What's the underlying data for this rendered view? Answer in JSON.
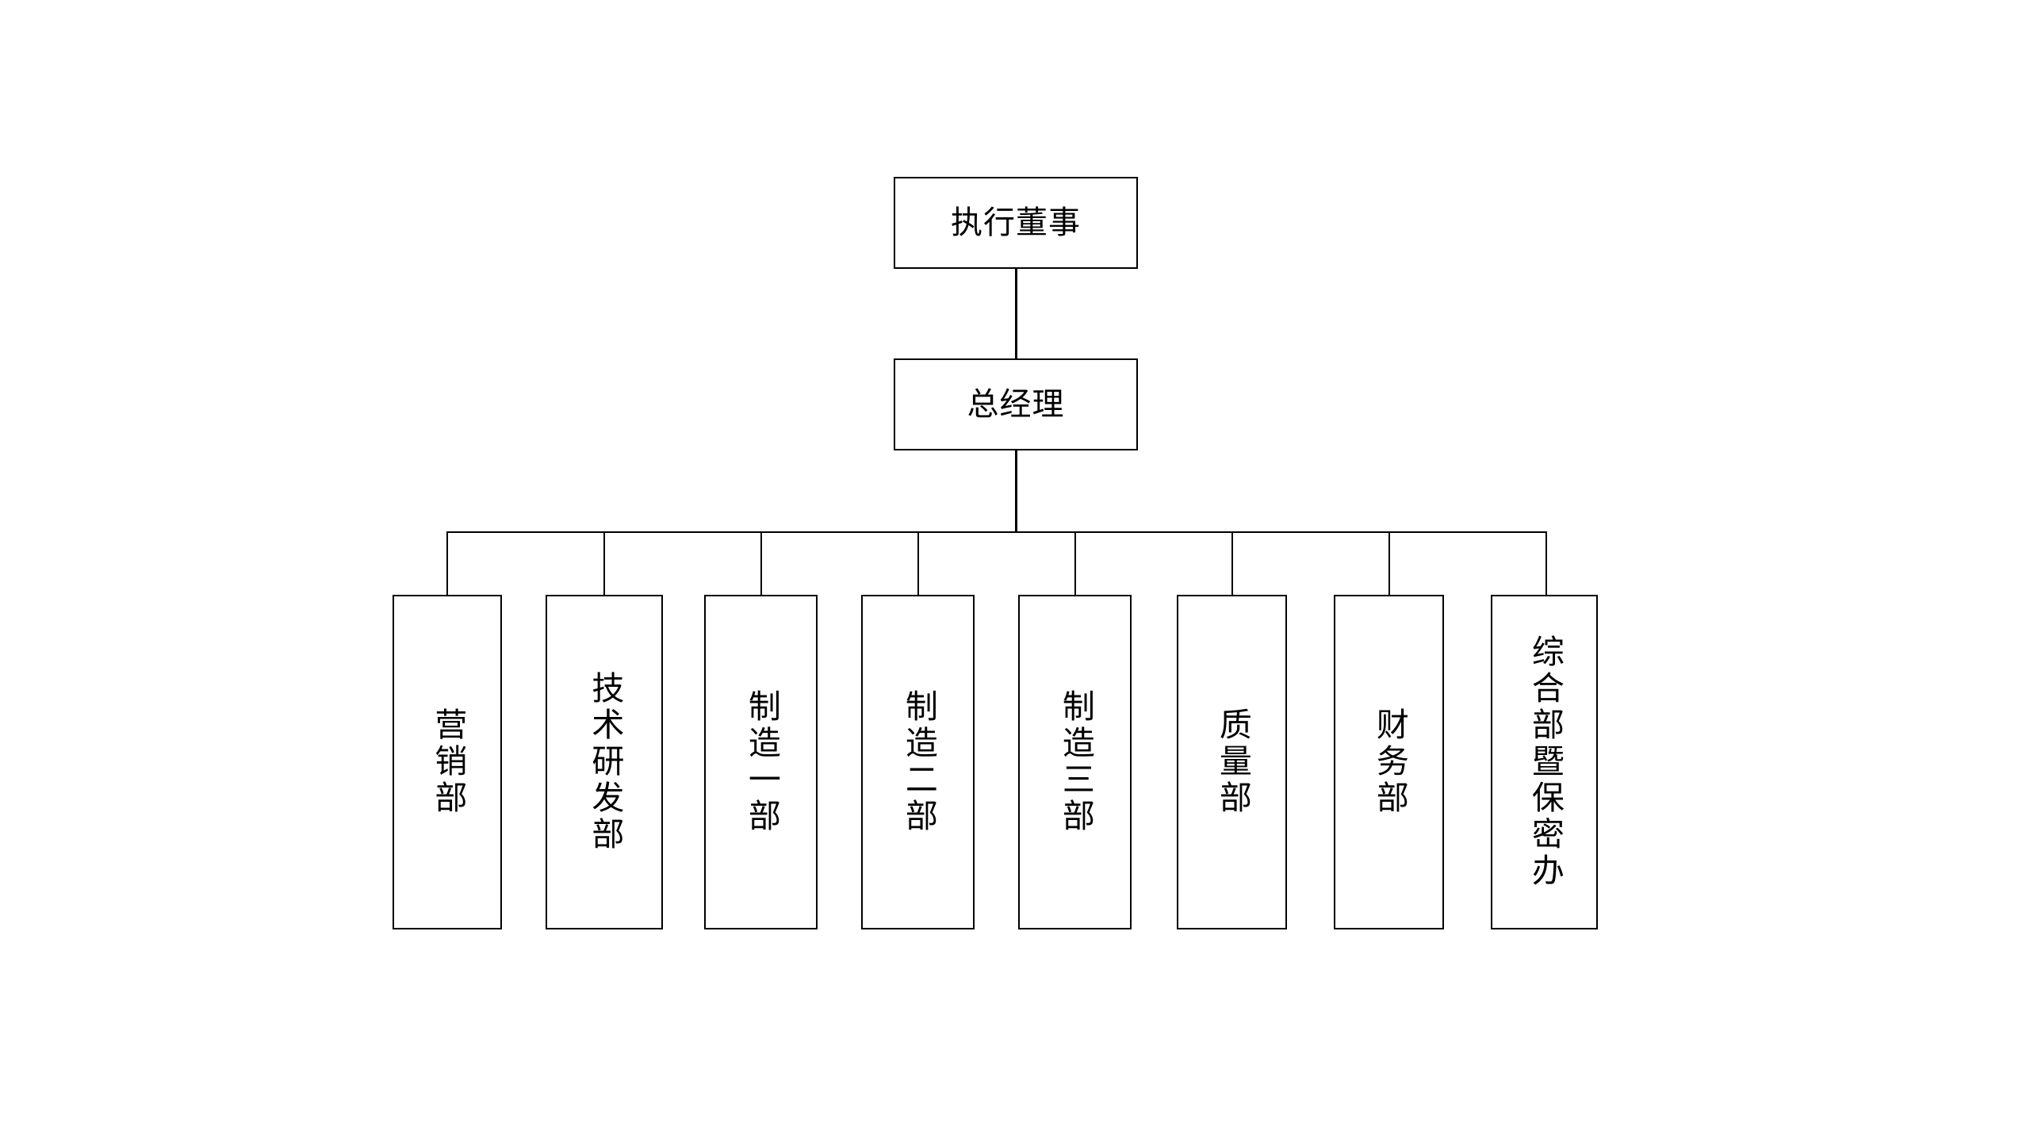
{
  "chart_data": {
    "type": "diagram",
    "diagram_kind": "organizational-chart",
    "orientation": "top-down",
    "title": "",
    "background_color": "#ffffff",
    "line_color": "#000000",
    "text_color": "#000000",
    "levels": 3,
    "nodes": [
      {
        "id": "executive-director",
        "label": "执行董事",
        "level": 0,
        "text_direction": "horizontal"
      },
      {
        "id": "general-manager",
        "label": "总经理",
        "level": 1,
        "text_direction": "horizontal"
      },
      {
        "id": "marketing",
        "label": "营销部",
        "level": 2,
        "text_direction": "vertical"
      },
      {
        "id": "tech-rd",
        "label": "技术研发部",
        "level": 2,
        "text_direction": "vertical"
      },
      {
        "id": "manufacturing-1",
        "label": "制造一部",
        "level": 2,
        "text_direction": "vertical"
      },
      {
        "id": "manufacturing-2",
        "label": "制造二部",
        "level": 2,
        "text_direction": "vertical"
      },
      {
        "id": "manufacturing-3",
        "label": "制造三部",
        "level": 2,
        "text_direction": "vertical"
      },
      {
        "id": "quality",
        "label": "质量部",
        "level": 2,
        "text_direction": "vertical"
      },
      {
        "id": "finance",
        "label": "财务部",
        "level": 2,
        "text_direction": "vertical"
      },
      {
        "id": "general-affairs",
        "label": "综合部暨保密办",
        "level": 2,
        "text_direction": "vertical"
      }
    ],
    "edges": [
      {
        "from": "executive-director",
        "to": "general-manager"
      },
      {
        "from": "general-manager",
        "to": "marketing"
      },
      {
        "from": "general-manager",
        "to": "tech-rd"
      },
      {
        "from": "general-manager",
        "to": "manufacturing-1"
      },
      {
        "from": "general-manager",
        "to": "manufacturing-2"
      },
      {
        "from": "general-manager",
        "to": "manufacturing-3"
      },
      {
        "from": "general-manager",
        "to": "quality"
      },
      {
        "from": "general-manager",
        "to": "finance"
      },
      {
        "from": "general-manager",
        "to": "general-affairs"
      }
    ]
  },
  "chart": {
    "executive_director": "执行董事",
    "general_manager": "总经理",
    "departments": [
      {
        "label": "营销部"
      },
      {
        "label": "技术研发部"
      },
      {
        "label": "制造一部"
      },
      {
        "label": "制造二部"
      },
      {
        "label": "制造三部"
      },
      {
        "label": "质量部"
      },
      {
        "label": "财务部"
      },
      {
        "label": "综合部暨保密办"
      }
    ]
  }
}
